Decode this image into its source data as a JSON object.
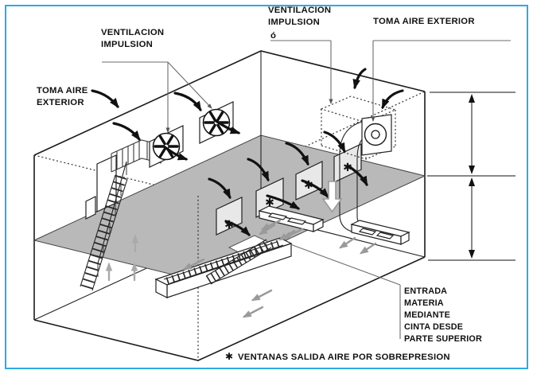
{
  "colors": {
    "frame_border": "#2FAAE1",
    "line": "#1a1a1a",
    "mezzanine_gray": "#b9b9b9",
    "flow_arrow_gray": "#9a9a9a",
    "window_fill": "#e8e8e8"
  },
  "labels": {
    "supply_fans_left": {
      "l1": "VENTILACION",
      "l2": "IMPULSION"
    },
    "outside_air_left": {
      "l1": "TOMA AIRE",
      "l2": "EXTERIOR"
    },
    "supply_roof_unit": {
      "l1": "VENTILACION",
      "l2": "IMPULSION",
      "l3": "ó"
    },
    "outside_air_roof": {
      "l1": "TOMA AIRE EXTERIOR"
    },
    "material_entry": {
      "l1": "ENTRADA",
      "l2": "MATERIA",
      "l3": "MEDIANTE",
      "l4": "CINTA DESDE",
      "l5": "PARTE SUPERIOR"
    },
    "footnote": {
      "marker": "✱",
      "text": "VENTANAS SALIDA AIRE POR SOBREPRESION"
    }
  },
  "symbols": {
    "window_marker": "✱"
  }
}
